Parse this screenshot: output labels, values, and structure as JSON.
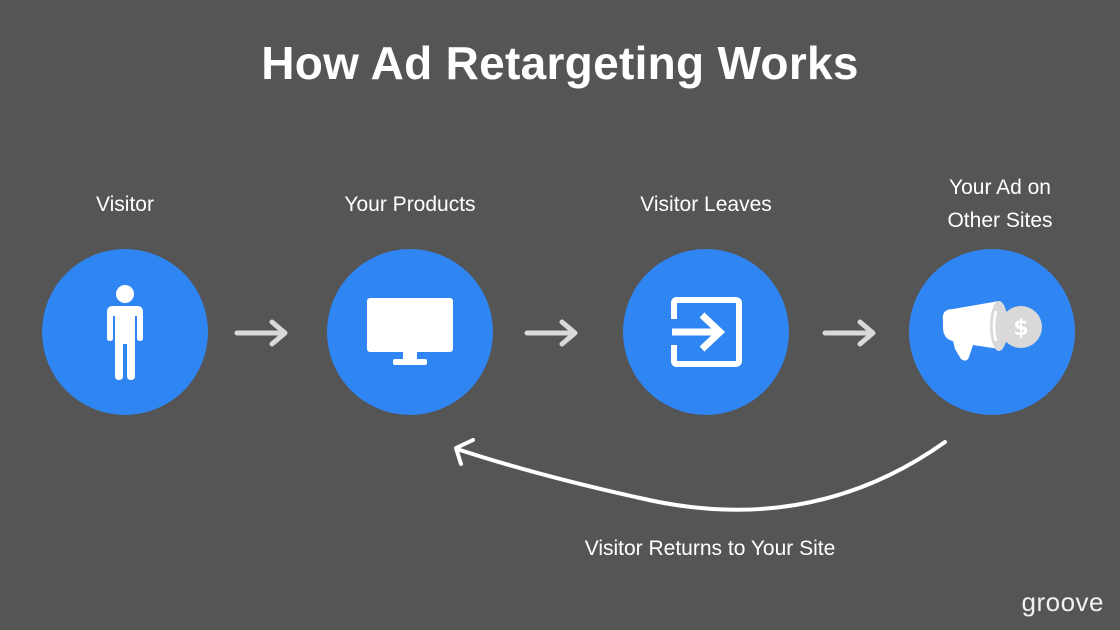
{
  "title": "How Ad Retargeting Works",
  "steps": [
    {
      "label": "Visitor",
      "icon": "person-icon"
    },
    {
      "label": "Your Products",
      "icon": "monitor-icon"
    },
    {
      "label": "Visitor Leaves",
      "icon": "exit-arrow-icon"
    },
    {
      "label_line1": "Your Ad on",
      "label_line2": "Other Sites",
      "icon": "megaphone-dollar-icon"
    }
  ],
  "return_flow": {
    "label": "Visitor Returns to Your Site",
    "from": "Your Ad on Other Sites",
    "to": "Your Products"
  },
  "brand": "groove",
  "colors": {
    "background": "#555555",
    "circle": "#2f86f2",
    "arrow": "#d9d9d9",
    "text": "#ffffff"
  }
}
